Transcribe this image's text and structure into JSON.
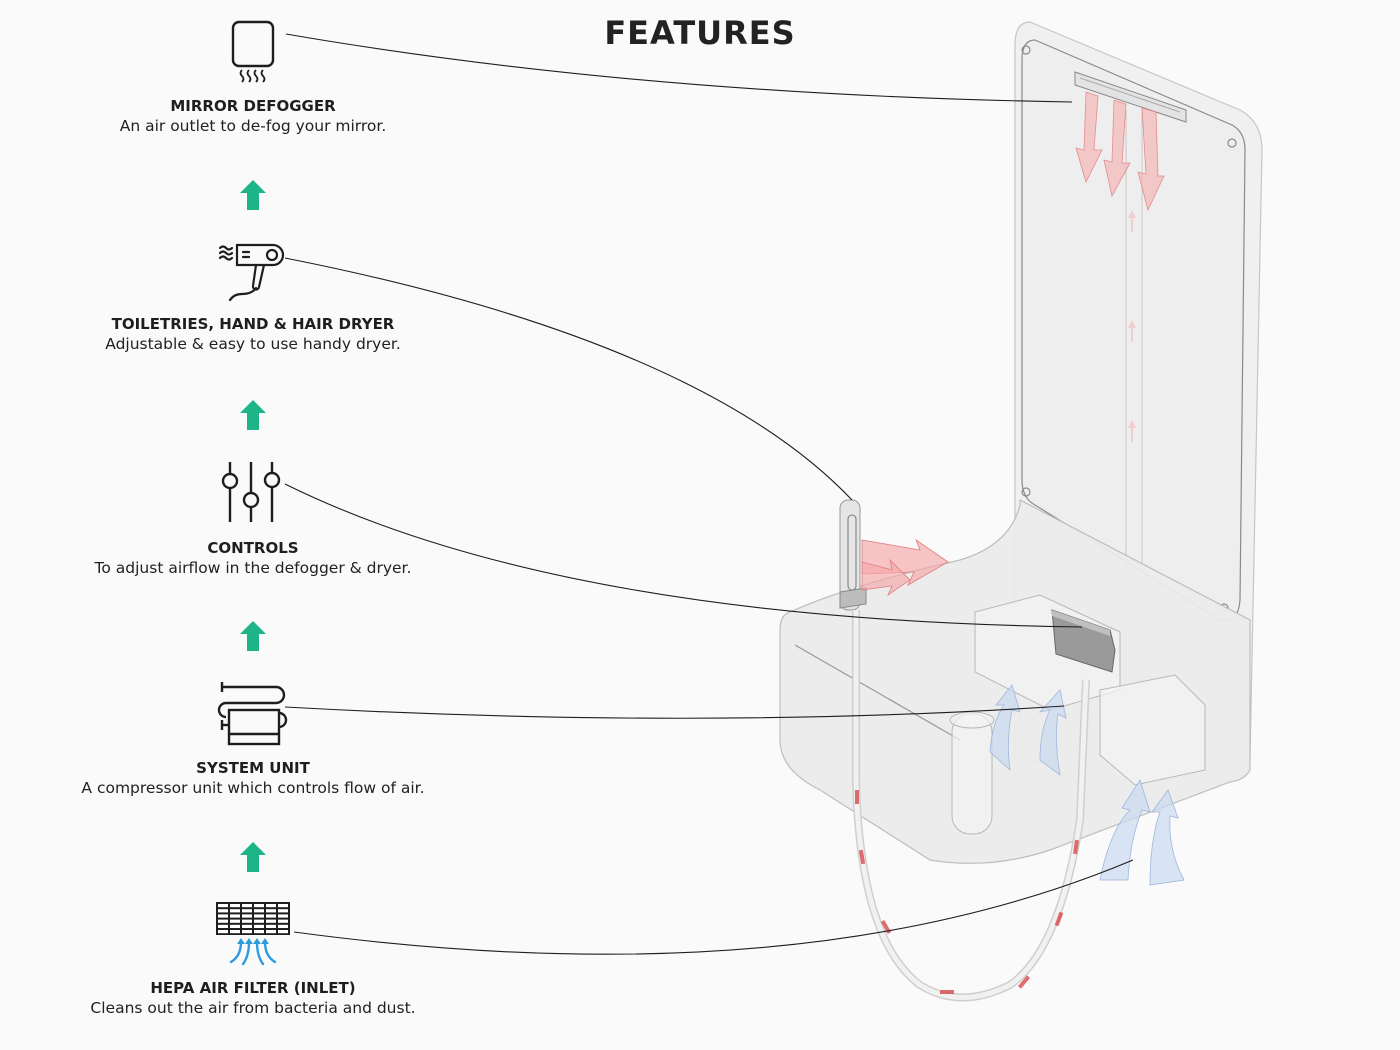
{
  "page": {
    "title": "FEATURES"
  },
  "colors": {
    "flow_arrow": "#1db488",
    "hot_air": "#e9595c",
    "cool_air": "#8fb2e0",
    "icon_stroke": "#1e1e1e",
    "filter_airflow": "#2d9be0",
    "leader_line": "#1e1e1e"
  },
  "features": [
    {
      "id": "mirror-defogger",
      "icon": "mirror-steam-icon",
      "title": "MIRROR DEFOGGER",
      "description": "An air outlet to de-fog your mirror."
    },
    {
      "id": "hair-dryer",
      "icon": "hair-dryer-icon",
      "title": "TOILETRIES, HAND & HAIR DRYER",
      "description": "Adjustable & easy to use handy dryer."
    },
    {
      "id": "controls",
      "icon": "sliders-icon",
      "title": "CONTROLS",
      "description": "To adjust airflow in the defogger & dryer."
    },
    {
      "id": "system-unit",
      "icon": "compressor-unit-icon",
      "title": "SYSTEM UNIT",
      "description": "A compressor unit which controls flow of air."
    },
    {
      "id": "hepa-filter",
      "icon": "air-filter-icon",
      "title": "HEPA AIR FILTER (INLET)",
      "description": "Cleans out the air from bacteria and dust."
    }
  ],
  "flow_arrows": [
    {
      "direction": "up",
      "from": "hepa-filter",
      "to": "system-unit"
    },
    {
      "direction": "up",
      "from": "system-unit",
      "to": "controls"
    },
    {
      "direction": "up",
      "from": "controls",
      "to": "hair-dryer"
    },
    {
      "direction": "up",
      "from": "hair-dryer",
      "to": "mirror-defogger"
    }
  ]
}
